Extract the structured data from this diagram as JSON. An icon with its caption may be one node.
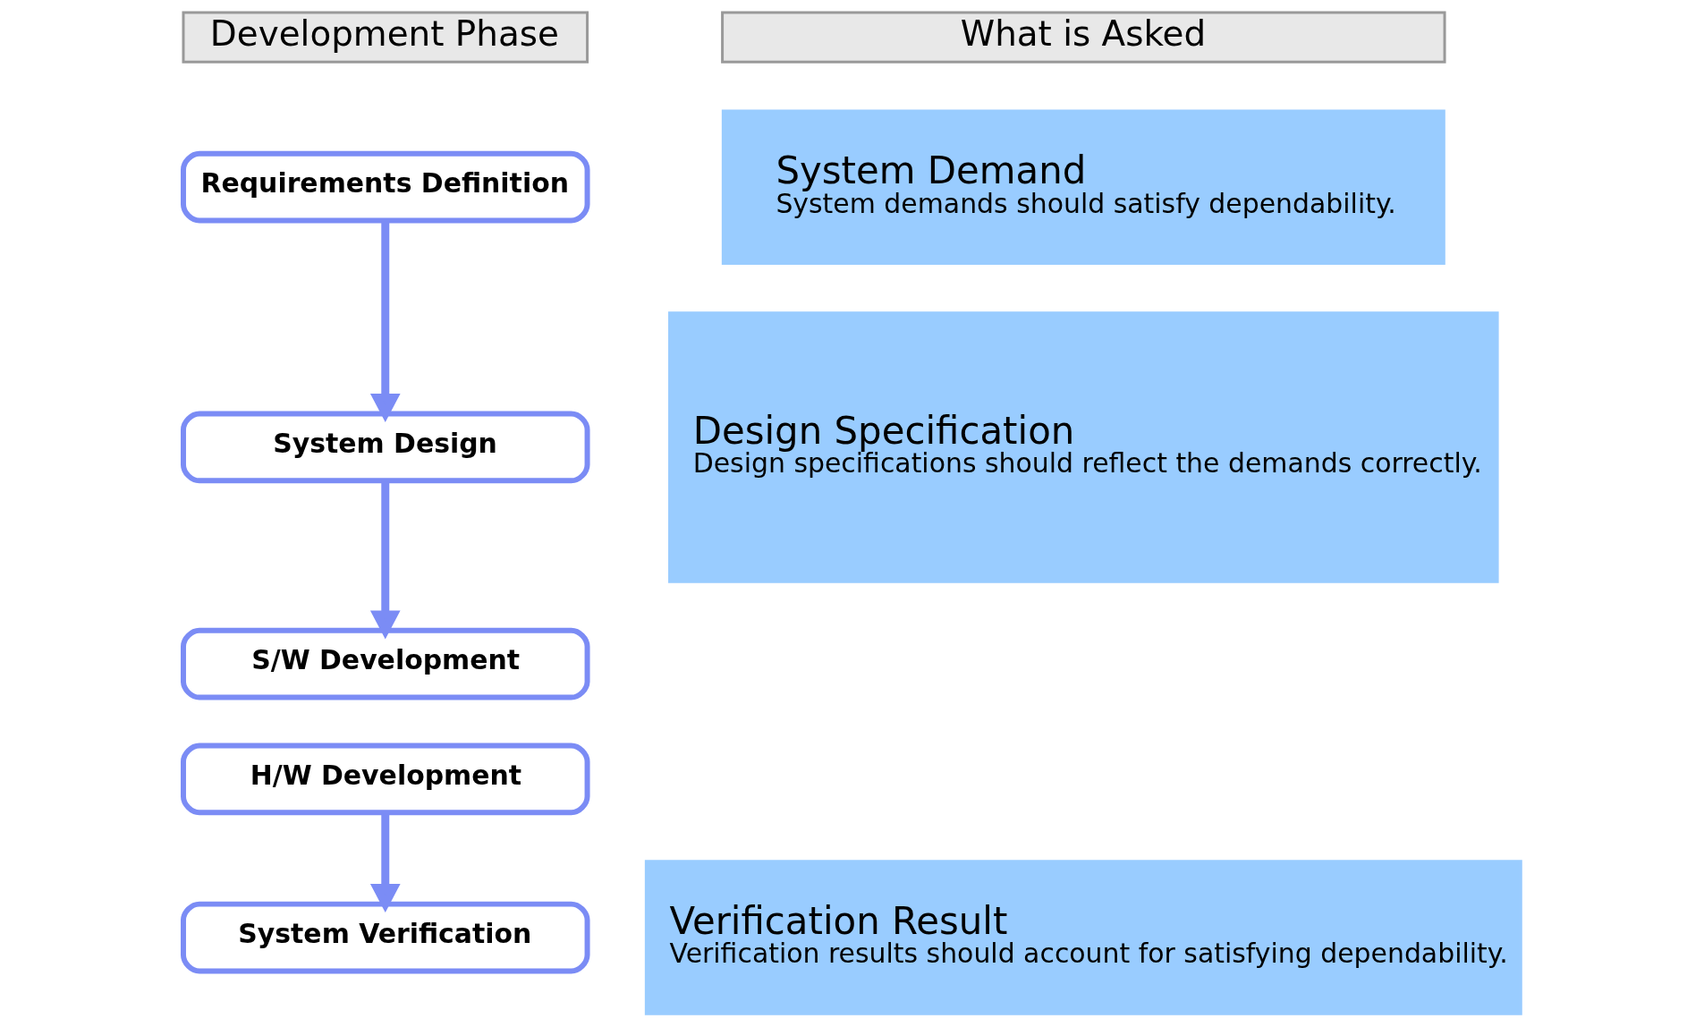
{
  "diagram": {
    "nodes": [
      {
        "text": [
          "Development Phase"
        ]
      },
      {
        "text": [
          "What is Asked"
        ]
      },
      {
        "text": [
          "Requirements Definition"
        ]
      },
      {
        "text": [
          "System Demand",
          "System demands should satisfy dependability."
        ]
      },
      {
        "text": [
          "System Design"
        ]
      },
      {
        "text": [
          "Design Specification",
          "Design specifications should reflect the demands correctly."
        ]
      },
      {
        "text": [
          "S/W Development"
        ]
      },
      {
        "text": [
          "H/W Development"
        ]
      },
      {
        "text": [
          "System Verification"
        ]
      },
      {
        "text": [
          "Verification Result",
          "Verification results should account for satisfying dependability."
        ]
      }
    ],
    "edges": [
      {
        "from": 2,
        "to": 4,
        "arrow": "to"
      },
      {
        "from": 4,
        "to": 6,
        "arrow": "to"
      },
      {
        "from": 7,
        "to": 8,
        "arrow": "to"
      }
    ]
  }
}
